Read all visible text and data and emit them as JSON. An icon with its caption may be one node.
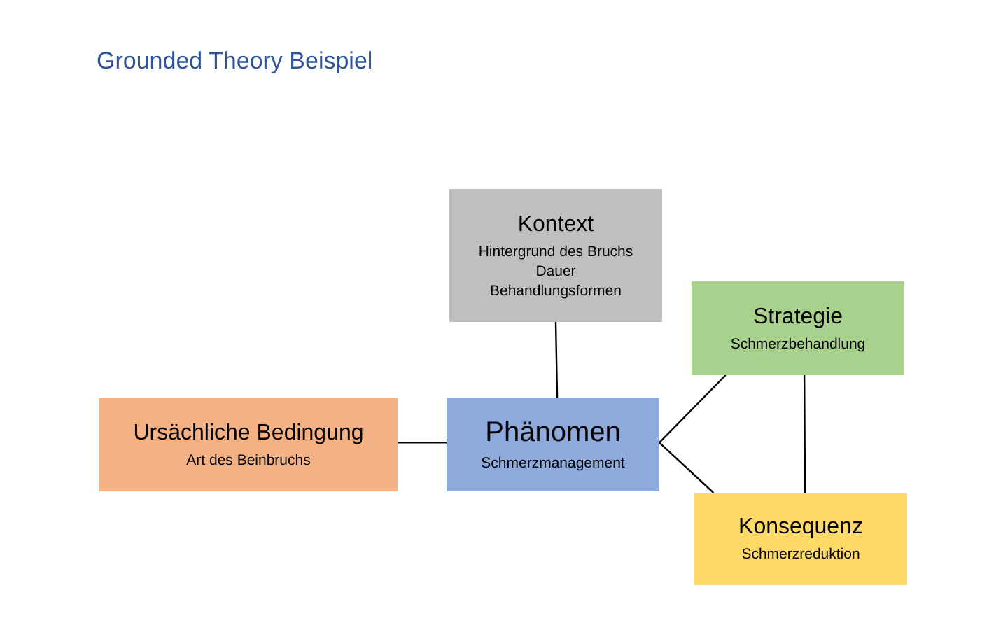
{
  "diagram": {
    "title": "Grounded Theory Beispiel",
    "nodes": [
      {
        "text": [
          "Kontext",
          "Hintergrund des Bruchs",
          "Dauer",
          "Behandlungsformen"
        ]
      },
      {
        "text": [
          "Strategie",
          "Schmerzbehandlung"
        ]
      },
      {
        "text": [
          "Ursächliche Bedingung",
          "Art des Beinbruchs"
        ]
      },
      {
        "text": [
          "Phänomen",
          "Schmerzmanagement"
        ]
      },
      {
        "text": [
          "Konsequenz",
          "Schmerzreduktion"
        ]
      }
    ],
    "edges": [
      {
        "from": 0,
        "to": 3,
        "arrow": "none"
      },
      {
        "from": 2,
        "to": 3,
        "arrow": "none"
      },
      {
        "from": 3,
        "to": 1,
        "arrow": "none"
      },
      {
        "from": 3,
        "to": 4,
        "arrow": "none"
      },
      {
        "from": 1,
        "to": 4,
        "arrow": "none"
      }
    ]
  }
}
